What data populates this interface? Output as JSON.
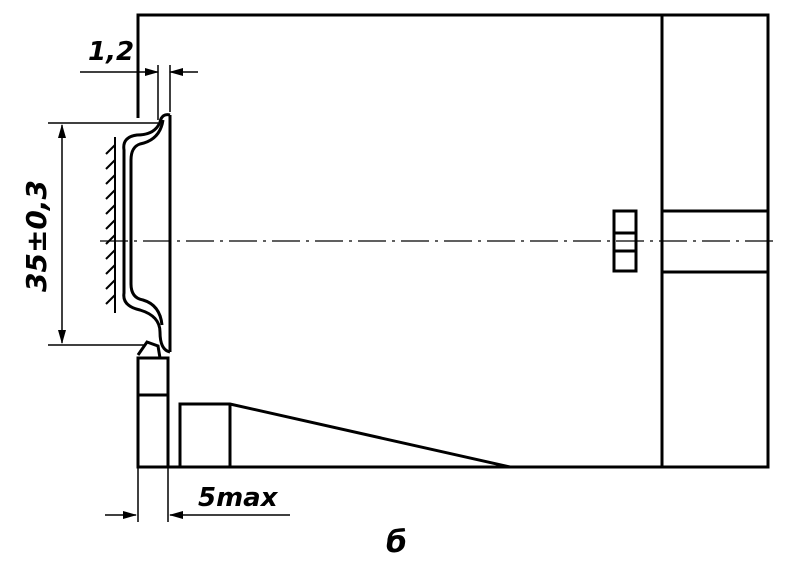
{
  "dimensions": {
    "clearance": "1,2",
    "diameter": "35±0,3",
    "gap": "5max"
  },
  "caption": "б"
}
